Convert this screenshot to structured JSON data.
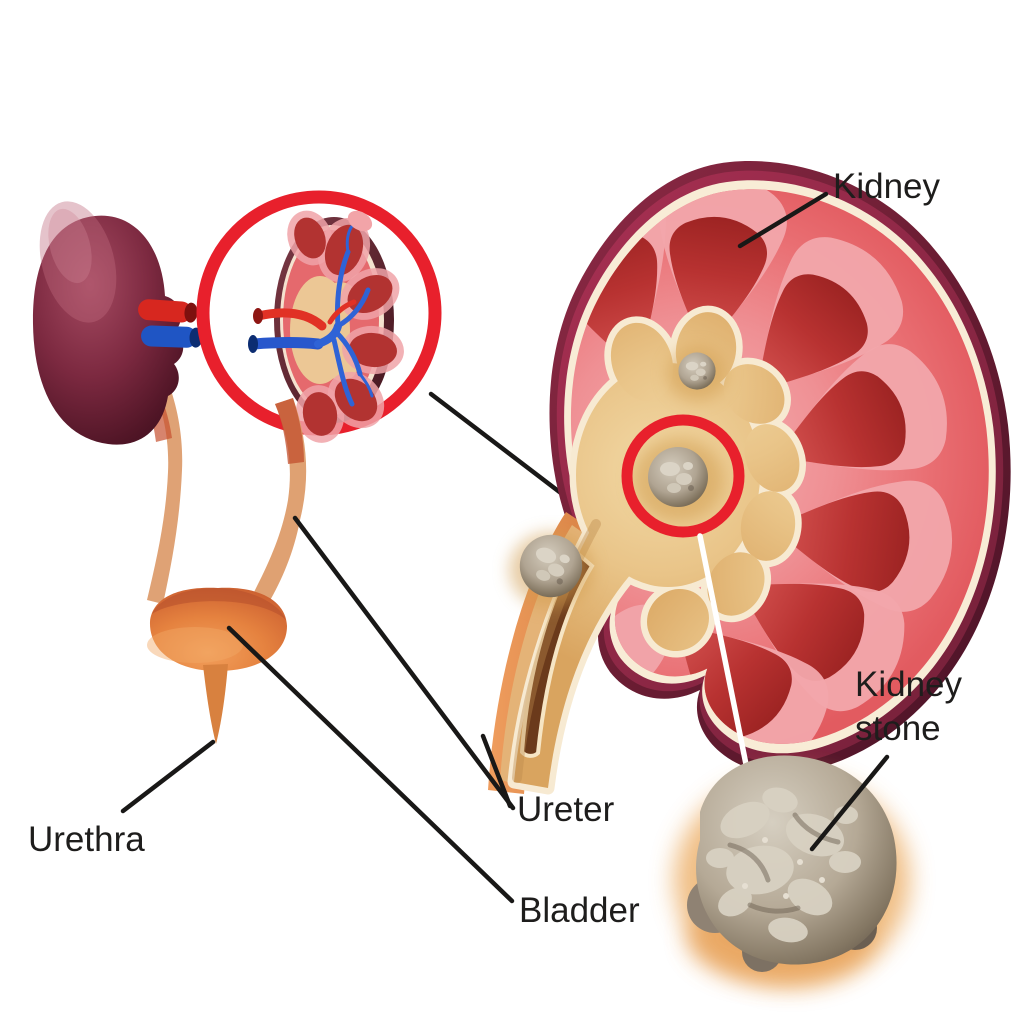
{
  "labels": {
    "kidney": {
      "text": "Kidney"
    },
    "kidney_stone": {
      "line1": "Kidney",
      "line2": "stone"
    },
    "ureter": {
      "text": "Ureter"
    },
    "bladder": {
      "text": "Bladder"
    },
    "urethra": {
      "text": "Urethra"
    }
  },
  "colors": {
    "background": "#ffffff",
    "label_text": "#1e1d1c",
    "pointer_line": "#191817",
    "magnifier_circle_red": "#e8202c",
    "stone_highlight_circle_red": "#e8202c",
    "kidney_capsule_maroon": "#5a1830",
    "kidney_cortex_pink": "#ee8a8e",
    "renal_pyramid_red": "#a82827",
    "renal_pelvis_tan": "#e9c488",
    "calyx_cream": "#f7ead2",
    "kidney_stone_gray": "#b0a492",
    "stone_glow_orange": "#edb26e",
    "bladder_orange": "#e5823f",
    "ureter_tan": "#dfa275",
    "renal_artery_red": "#d7271f",
    "renal_vein_blue": "#1f55c4",
    "whole_kidney_maroon": "#7c2940",
    "zoom_link_line_white": "#ffffff"
  }
}
